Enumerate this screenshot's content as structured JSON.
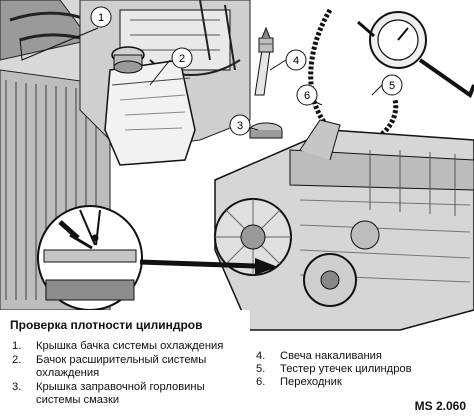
{
  "callouts": [
    "1",
    "2",
    "3",
    "4",
    "5",
    "6"
  ],
  "caption": {
    "title": "Проверка плотности цилиндров",
    "items_left": [
      {
        "num": "1.",
        "text": "Крышка бачка системы охлаждения"
      },
      {
        "num": "2.",
        "text": "Бачок расширительный системы\nохлаждения"
      },
      {
        "num": "3.",
        "text": "Крышка заправочной горловины\nсистемы смазки"
      }
    ],
    "items_right": [
      {
        "num": "4.",
        "text": "Свеча накаливания"
      },
      {
        "num": "5.",
        "text": "Тестер утечек цилиндров"
      },
      {
        "num": "6.",
        "text": "Переходник"
      }
    ]
  },
  "figure_code": "MS 2.060",
  "colors": {
    "ink": "#111111",
    "paper": "#ffffff",
    "mid": "#6e6e6e",
    "light": "#c9c9c9"
  }
}
